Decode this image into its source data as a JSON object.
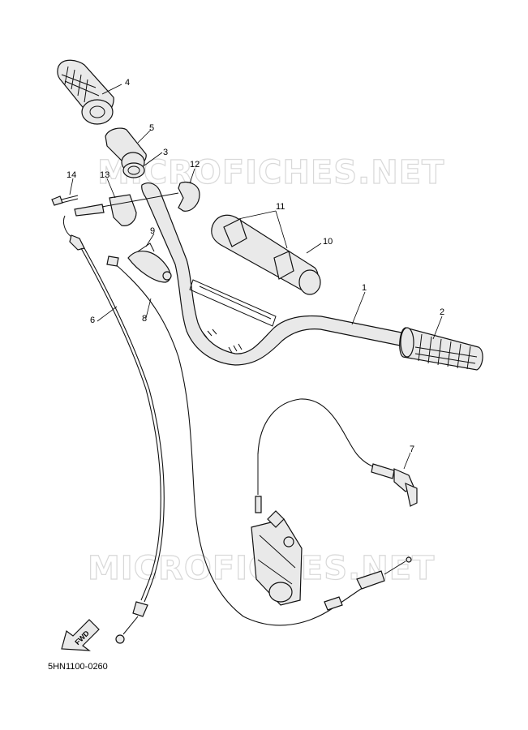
{
  "diagram": {
    "part_code": "5HN1100-0260",
    "watermark": "MICROFICHES.NET",
    "fwd_label": "FWD",
    "callouts": [
      "1",
      "2",
      "3",
      "4",
      "5",
      "6",
      "7",
      "8",
      "9",
      "10",
      "11",
      "12",
      "13",
      "14"
    ]
  },
  "colors": {
    "outline": "#111111",
    "part_fill": "#e9e9e9",
    "watermark": "#d8d8d8"
  }
}
